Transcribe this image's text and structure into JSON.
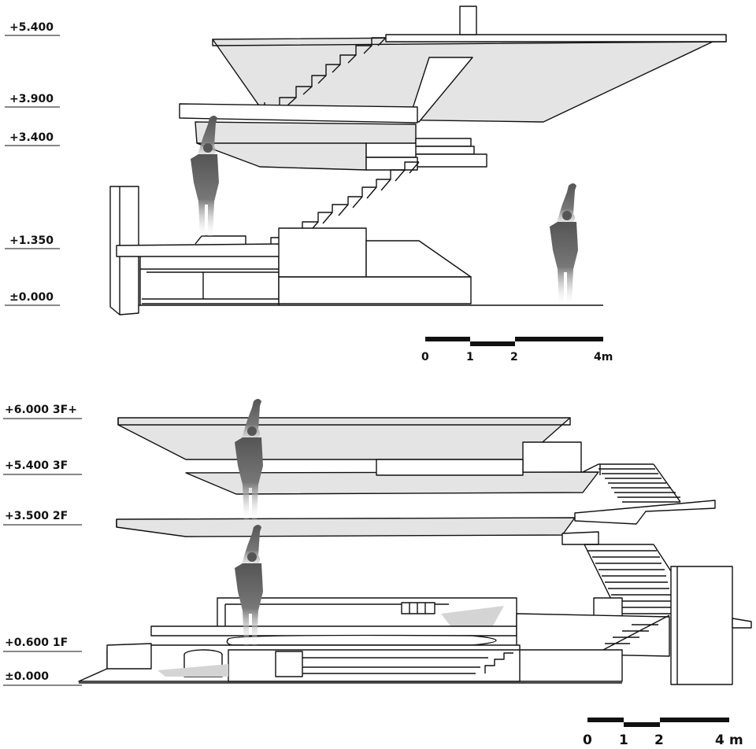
{
  "upper_section": {
    "levels": [
      "+5.400",
      "+3.900",
      "+3.400",
      "+1.350",
      "±0.000"
    ],
    "scale": {
      "ticks": [
        "0",
        "1",
        "2",
        "4m"
      ]
    }
  },
  "lower_section": {
    "levels": [
      "+6.000  3F+",
      "+5.400  3F",
      "+3.500  2F",
      "+0.600  1F",
      "±0.000"
    ],
    "scale": {
      "ticks": [
        "0",
        "1",
        "2",
        "4",
        "m"
      ]
    }
  }
}
